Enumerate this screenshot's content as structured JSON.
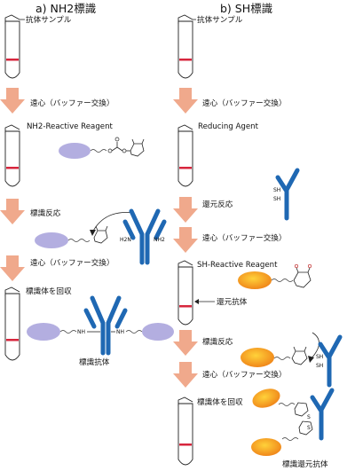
{
  "left": {
    "heading": "a) NH2標識",
    "steps": [
      "抗体サンプル",
      "遠心（バッファー交換）",
      "NH2-Reactive Reagent",
      "標識反応",
      "遠心（バッファー交換）",
      "標識体を回収"
    ],
    "product_label": "標識抗体",
    "chem": {
      "amine_left": "H2N",
      "amine_right": "NH2",
      "nh": "NH"
    }
  },
  "right": {
    "heading": "b) SH標識",
    "steps": [
      "抗体サンプル",
      "遠心（バッファー交換）",
      "Reducing Agent",
      "還元反応",
      "遠心（バッファー交換）",
      "SH-Reactive Reagent",
      "還元抗体",
      "標識反応",
      "遠心（バッファー交換）",
      "標識体を回収"
    ],
    "product_label": "標識還元抗体",
    "chem": {
      "sh": "SH",
      "s": "S"
    }
  },
  "colors": {
    "antibody": "#1f68b3",
    "nh2_label": "#b3aee0",
    "sh_label": "#f6a21a",
    "step_arrow": "#f0a98c",
    "sample_band": "#d7263d"
  }
}
